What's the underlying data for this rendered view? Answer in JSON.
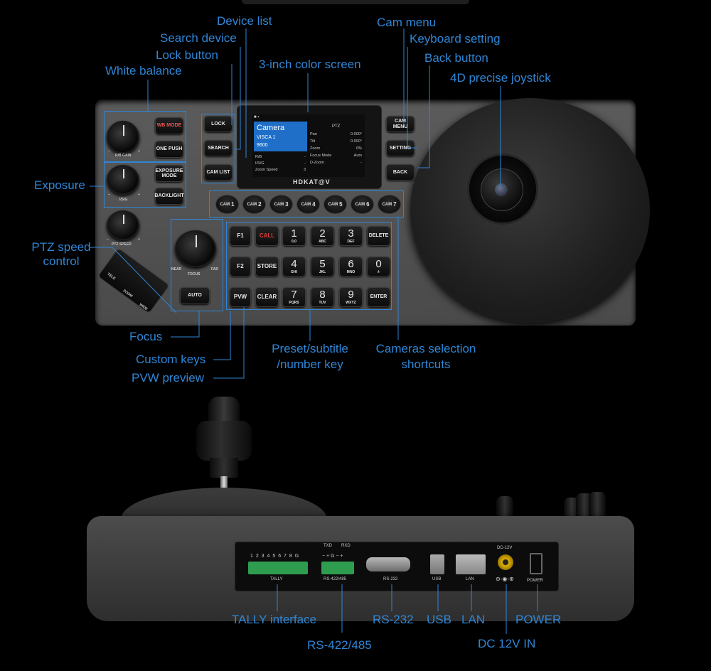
{
  "labels": {
    "device_list": "Device list",
    "search_device": "Search device",
    "lock_button": "Lock button",
    "white_balance": "White balance",
    "color_screen": "3-inch color screen",
    "cam_menu": "Cam menu",
    "keyboard_setting": "Keyboard setting",
    "back_button": "Back button",
    "joystick_4d": "4D precise joystick",
    "exposure": "Exposure",
    "ptz_speed_line1": "PTZ speed",
    "ptz_speed_line2": "control",
    "focus": "Focus",
    "custom_keys": "Custom keys",
    "pvw_preview": "PVW preview",
    "preset_line1": "Preset/subtitle",
    "preset_line2": "/number key",
    "cameras_line1": "Cameras selection",
    "cameras_line2": "shortcuts",
    "tally_interface": "TALLY interface",
    "rs232": "RS-232",
    "usb": "USB",
    "lan": "LAN",
    "power": "POWER",
    "rs422": "RS-422/485",
    "dc12v": "DC 12V IN"
  },
  "panel": {
    "wb_mode": "WB MODE",
    "one_push": "ONE PUSH",
    "exposure_mode": "EXPOSURE MODE",
    "backlight": "BACKLIGHT",
    "rb_gain": "R/B GAIN",
    "is_g": "I/S/G",
    "ptz_speed": "PTZ SPEED",
    "tele": "TELE",
    "zoom": "ZOOM",
    "wide": "WIDE",
    "near": "NEAR",
    "far": "FAR",
    "focus": "FOCUS",
    "auto": "AUTO",
    "lock": "LOCK",
    "search": "SEARCH",
    "cam_list": "CAM LIST",
    "cam_menu": "CAM MENU",
    "setting": "SETTING",
    "back": "BACK",
    "brand": "HDKAT@V",
    "minus": "−",
    "plus": "+"
  },
  "screen": {
    "title": "Camera",
    "proto": "VISCA 1",
    "baud": "9600",
    "right_header": "PTZ",
    "left_rows": [
      {
        "k": "R/B",
        "v": "-"
      },
      {
        "k": "I/S/G",
        "v": "-"
      },
      {
        "k": "Zoom Speed",
        "v": "3"
      }
    ],
    "right_rows": [
      {
        "k": "Pan",
        "v": "0.000°"
      },
      {
        "k": "Tilt",
        "v": "0.000°"
      },
      {
        "k": "Zoom",
        "v": "0%"
      },
      {
        "k": "Focus Mode",
        "v": "Auto"
      },
      {
        "k": "D-Zoom",
        "v": "-"
      }
    ]
  },
  "cams": [
    {
      "a": "CAM",
      "n": "1"
    },
    {
      "a": "CAM",
      "n": "2"
    },
    {
      "a": "CAM",
      "n": "3"
    },
    {
      "a": "CAM",
      "n": "4"
    },
    {
      "a": "CAM",
      "n": "5"
    },
    {
      "a": "CAM",
      "n": "6"
    },
    {
      "a": "CAM",
      "n": "7"
    }
  ],
  "keys": {
    "f1": "F1",
    "f2": "F2",
    "pvw": "PVW",
    "call": "CALL",
    "store": "STORE",
    "clear": "CLEAR",
    "delete": "DELETE",
    "enter": "ENTER",
    "n1": {
      "d": "1",
      "s": "0,0"
    },
    "n2": {
      "d": "2",
      "s": "ABC"
    },
    "n3": {
      "d": "3",
      "s": "DEF"
    },
    "n4": {
      "d": "4",
      "s": "GHI"
    },
    "n5": {
      "d": "5",
      "s": "JKL"
    },
    "n6": {
      "d": "6",
      "s": "MNO"
    },
    "n7": {
      "d": "7",
      "s": "PQRS"
    },
    "n8": {
      "d": "8",
      "s": "TUV"
    },
    "n9": {
      "d": "9",
      "s": "WXYZ"
    },
    "n0": {
      "d": "0",
      "s": "-/-"
    }
  },
  "rear": {
    "tally_nums": "1 2 3 4 5 6 7 8 G",
    "tally": "TALLY",
    "txd": "TXD",
    "rxd": "RXD",
    "rs_pins": "− + G − +",
    "rs422": "RS-422/485",
    "rs232": "RS-232",
    "usb": "USB",
    "lan": "LAN",
    "dc": "DC-12V",
    "power": "POWER"
  },
  "colors": {
    "accent": "#2f86d6",
    "call_red": "#e0403c",
    "screen_blue": "#1f6fc8"
  }
}
